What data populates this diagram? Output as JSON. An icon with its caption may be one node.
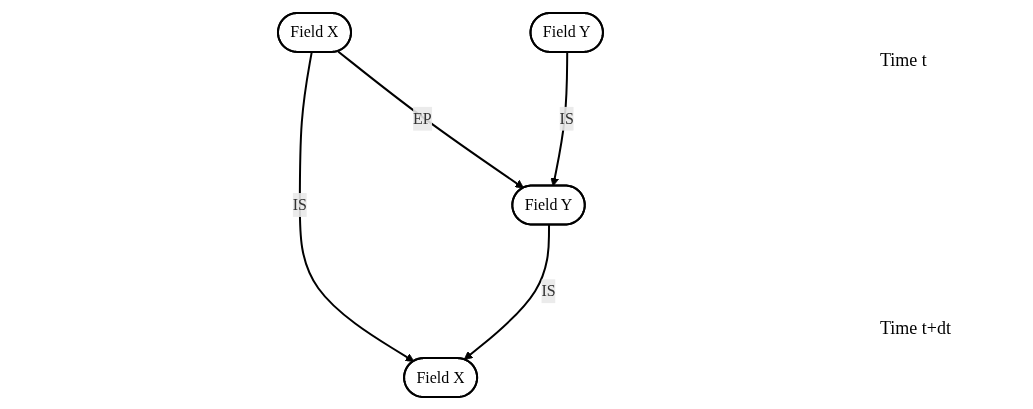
{
  "diagram": {
    "nodes": [
      {
        "text": [
          "Field X"
        ]
      },
      {
        "text": [
          "Field Y"
        ]
      },
      {
        "text": [
          "Field X"
        ]
      },
      {
        "text": [
          "Field Y"
        ]
      }
    ],
    "edges": [
      {
        "from": 0,
        "to": 2,
        "arrow": "to",
        "label": "IS"
      },
      {
        "from": 0,
        "to": 3,
        "arrow": "to",
        "label": "EP"
      },
      {
        "from": 1,
        "to": 3,
        "arrow": "to",
        "label": "IS"
      },
      {
        "from": 3,
        "to": 2,
        "arrow": "to",
        "label": "IS"
      }
    ],
    "labels": [
      "Time t",
      "Time t+dt"
    ]
  }
}
